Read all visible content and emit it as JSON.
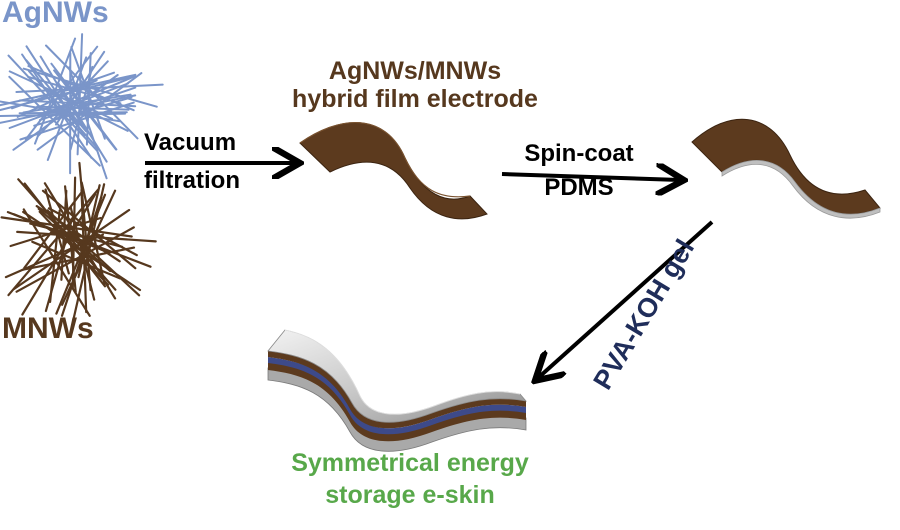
{
  "labels": {
    "agnws": "AgNWs",
    "mnws": "MNWs",
    "hybrid_line1": "AgNWs/MNWs",
    "hybrid_line2": "hybrid film electrode",
    "vacuum_line1": "Vacuum",
    "vacuum_line2": "filtration",
    "spin_line1": "Spin-coat",
    "spin_line2": "PDMS",
    "pva": "PVA-KOH gel",
    "eskin_line1": "Symmetrical energy",
    "eskin_line2": "storage e-skin"
  },
  "colors": {
    "agnws": "#7a95c9",
    "mnws": "#56381e",
    "hybrid_text": "#56381e",
    "eskin_text": "#58a84a",
    "pva_text": "#1f2d5a",
    "film": "#5c3a1e",
    "pdms": "#bfbfbf",
    "separator": "#3d4a8a"
  }
}
